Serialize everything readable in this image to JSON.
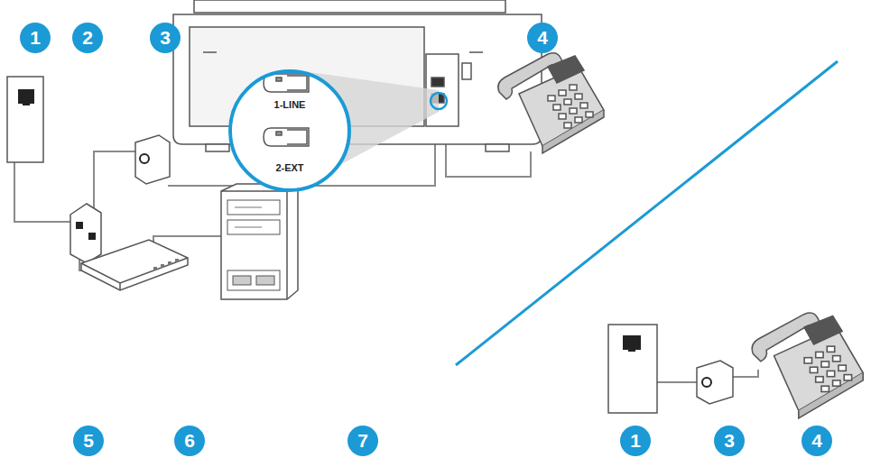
{
  "diagram": {
    "nodes": [
      {
        "text": [
          "1-LINE",
          "2-EXT"
        ]
      }
    ],
    "labels": [
      "1",
      "2",
      "3",
      "4",
      "5",
      "6",
      "7",
      "1",
      "3",
      "4"
    ]
  }
}
